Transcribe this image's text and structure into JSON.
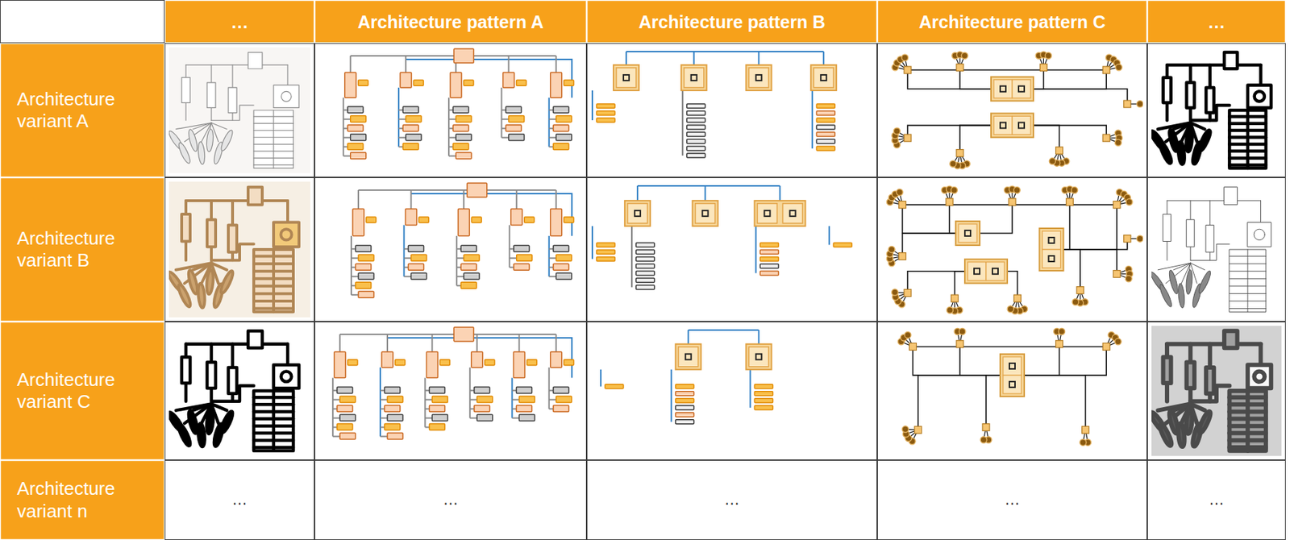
{
  "diagram": {
    "labels": [
      "…",
      "Architecture pattern A",
      "Architecture pattern B",
      "Architecture pattern C",
      "…",
      "Architecture variant A",
      "Architecture variant B",
      "Architecture variant C",
      "Architecture variant n",
      "…",
      "…",
      "…",
      "…",
      "…"
    ]
  }
}
